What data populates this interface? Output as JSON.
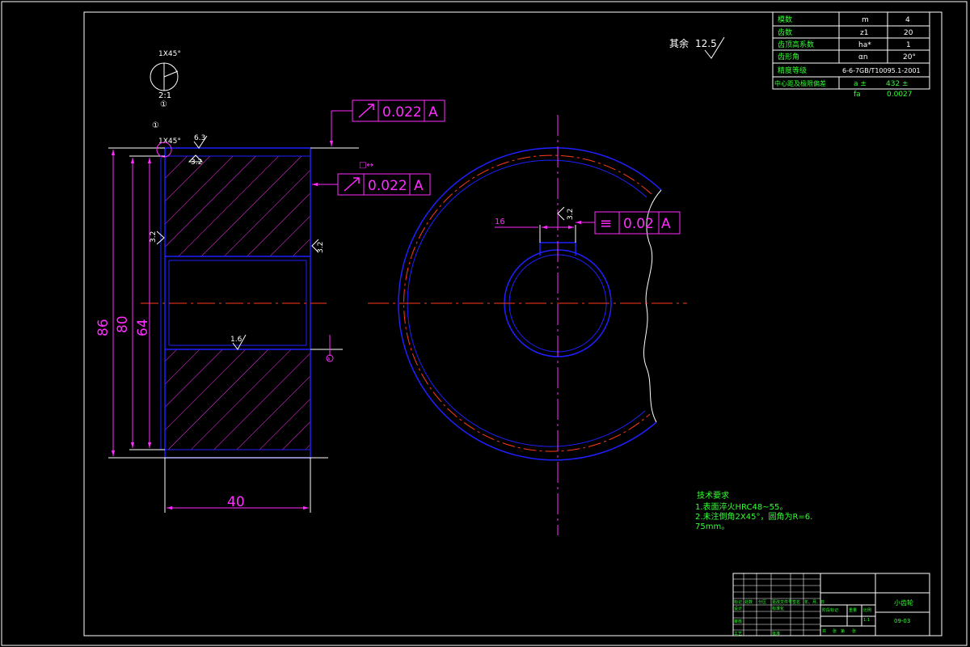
{
  "colors": {
    "background": "#000000",
    "frame": "#ffffff",
    "outline": "#1f1fff",
    "dimension": "#ff2cff",
    "centerline": "#ff3a1a",
    "note": "#33ff33",
    "text": "#ffffff"
  },
  "params_table": {
    "rows": [
      {
        "label": "模数",
        "symbol": "m",
        "value": "4"
      },
      {
        "label": "齿数",
        "symbol": "z1",
        "value": "20"
      },
      {
        "label": "齿顶高系数",
        "symbol": "ha*",
        "value": "1"
      },
      {
        "label": "齿形角",
        "symbol": "αn",
        "value": "20°"
      }
    ],
    "accuracy_label": "精度等级",
    "accuracy_value": "6-6-7GB/T10095.1-2001",
    "center_label": "中心距及极限偏差",
    "center_symbol_1": "a ±",
    "center_value_1": "432 ±",
    "center_symbol_2": "fa",
    "center_value_2": "0.0027"
  },
  "surface_rest": {
    "label": "其余",
    "value": "12.5"
  },
  "detail": {
    "chamfer": "1X45°",
    "scale": "2:1",
    "marker": "①"
  },
  "section": {
    "marker": "①",
    "chamfer": "1X45°",
    "rough_top": "6.3",
    "rough_face": "3.2",
    "rough_left": "3.2",
    "rough_right": "3.2",
    "rough_bore": "1.6",
    "dim_86": "86",
    "dim_80": "80",
    "dim_64": "64",
    "dim_40": "40",
    "datum": "A",
    "tol_runout_value": "0.022",
    "tol_runout_datum": "A",
    "tol_face_value": "0.022",
    "tol_face_datum": "A",
    "tol_face_note": "□↔"
  },
  "end_view": {
    "key_width": "16",
    "key_rough": "3.2",
    "sym_symbol": "≡",
    "sym_value": "0.02",
    "sym_datum": "A"
  },
  "tech_notes": {
    "title": "技术要求",
    "line1": "1.表面淬火HRC48~55。",
    "line2": "2.未注倒角2X45°，圆角为R=6.",
    "line3": "75mm。"
  },
  "title_block": {
    "name": "小齿轮",
    "drawing_no": "09-03",
    "cells": [
      "标记",
      "处数",
      "分区",
      "更改文件号",
      "签名",
      "年、月、日",
      "设计",
      "标准化",
      "阶段标记",
      "重量",
      "比例",
      "审核",
      "工艺",
      "批准",
      "共",
      "张",
      "第",
      "张",
      "1:1"
    ]
  }
}
